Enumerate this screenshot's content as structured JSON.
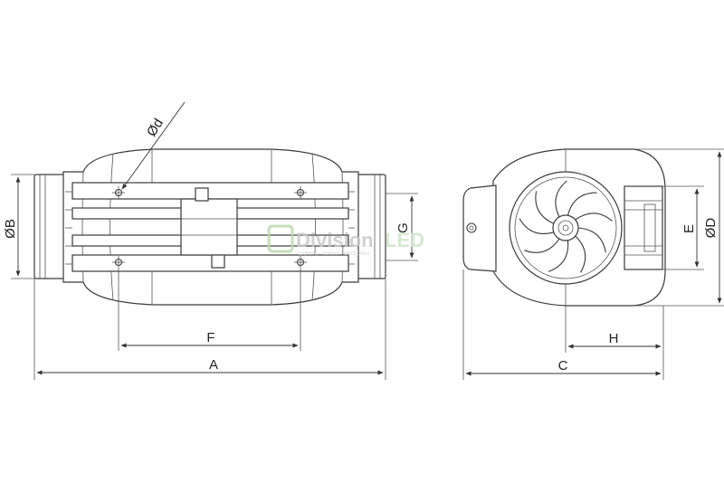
{
  "dimensions": {
    "a": "A",
    "b": "ØB",
    "c": "C",
    "d_big": "ØD",
    "d_small": "Ød",
    "e": "E",
    "f": "F",
    "g": "G",
    "h": "H"
  },
  "watermark": {
    "brand_part1": "Division",
    "brand_part2": "LED",
    "tagline": "Lighting · control · electronics"
  },
  "colors": {
    "line": "#3a3a3a",
    "watermark_green": "#b9dcae"
  }
}
